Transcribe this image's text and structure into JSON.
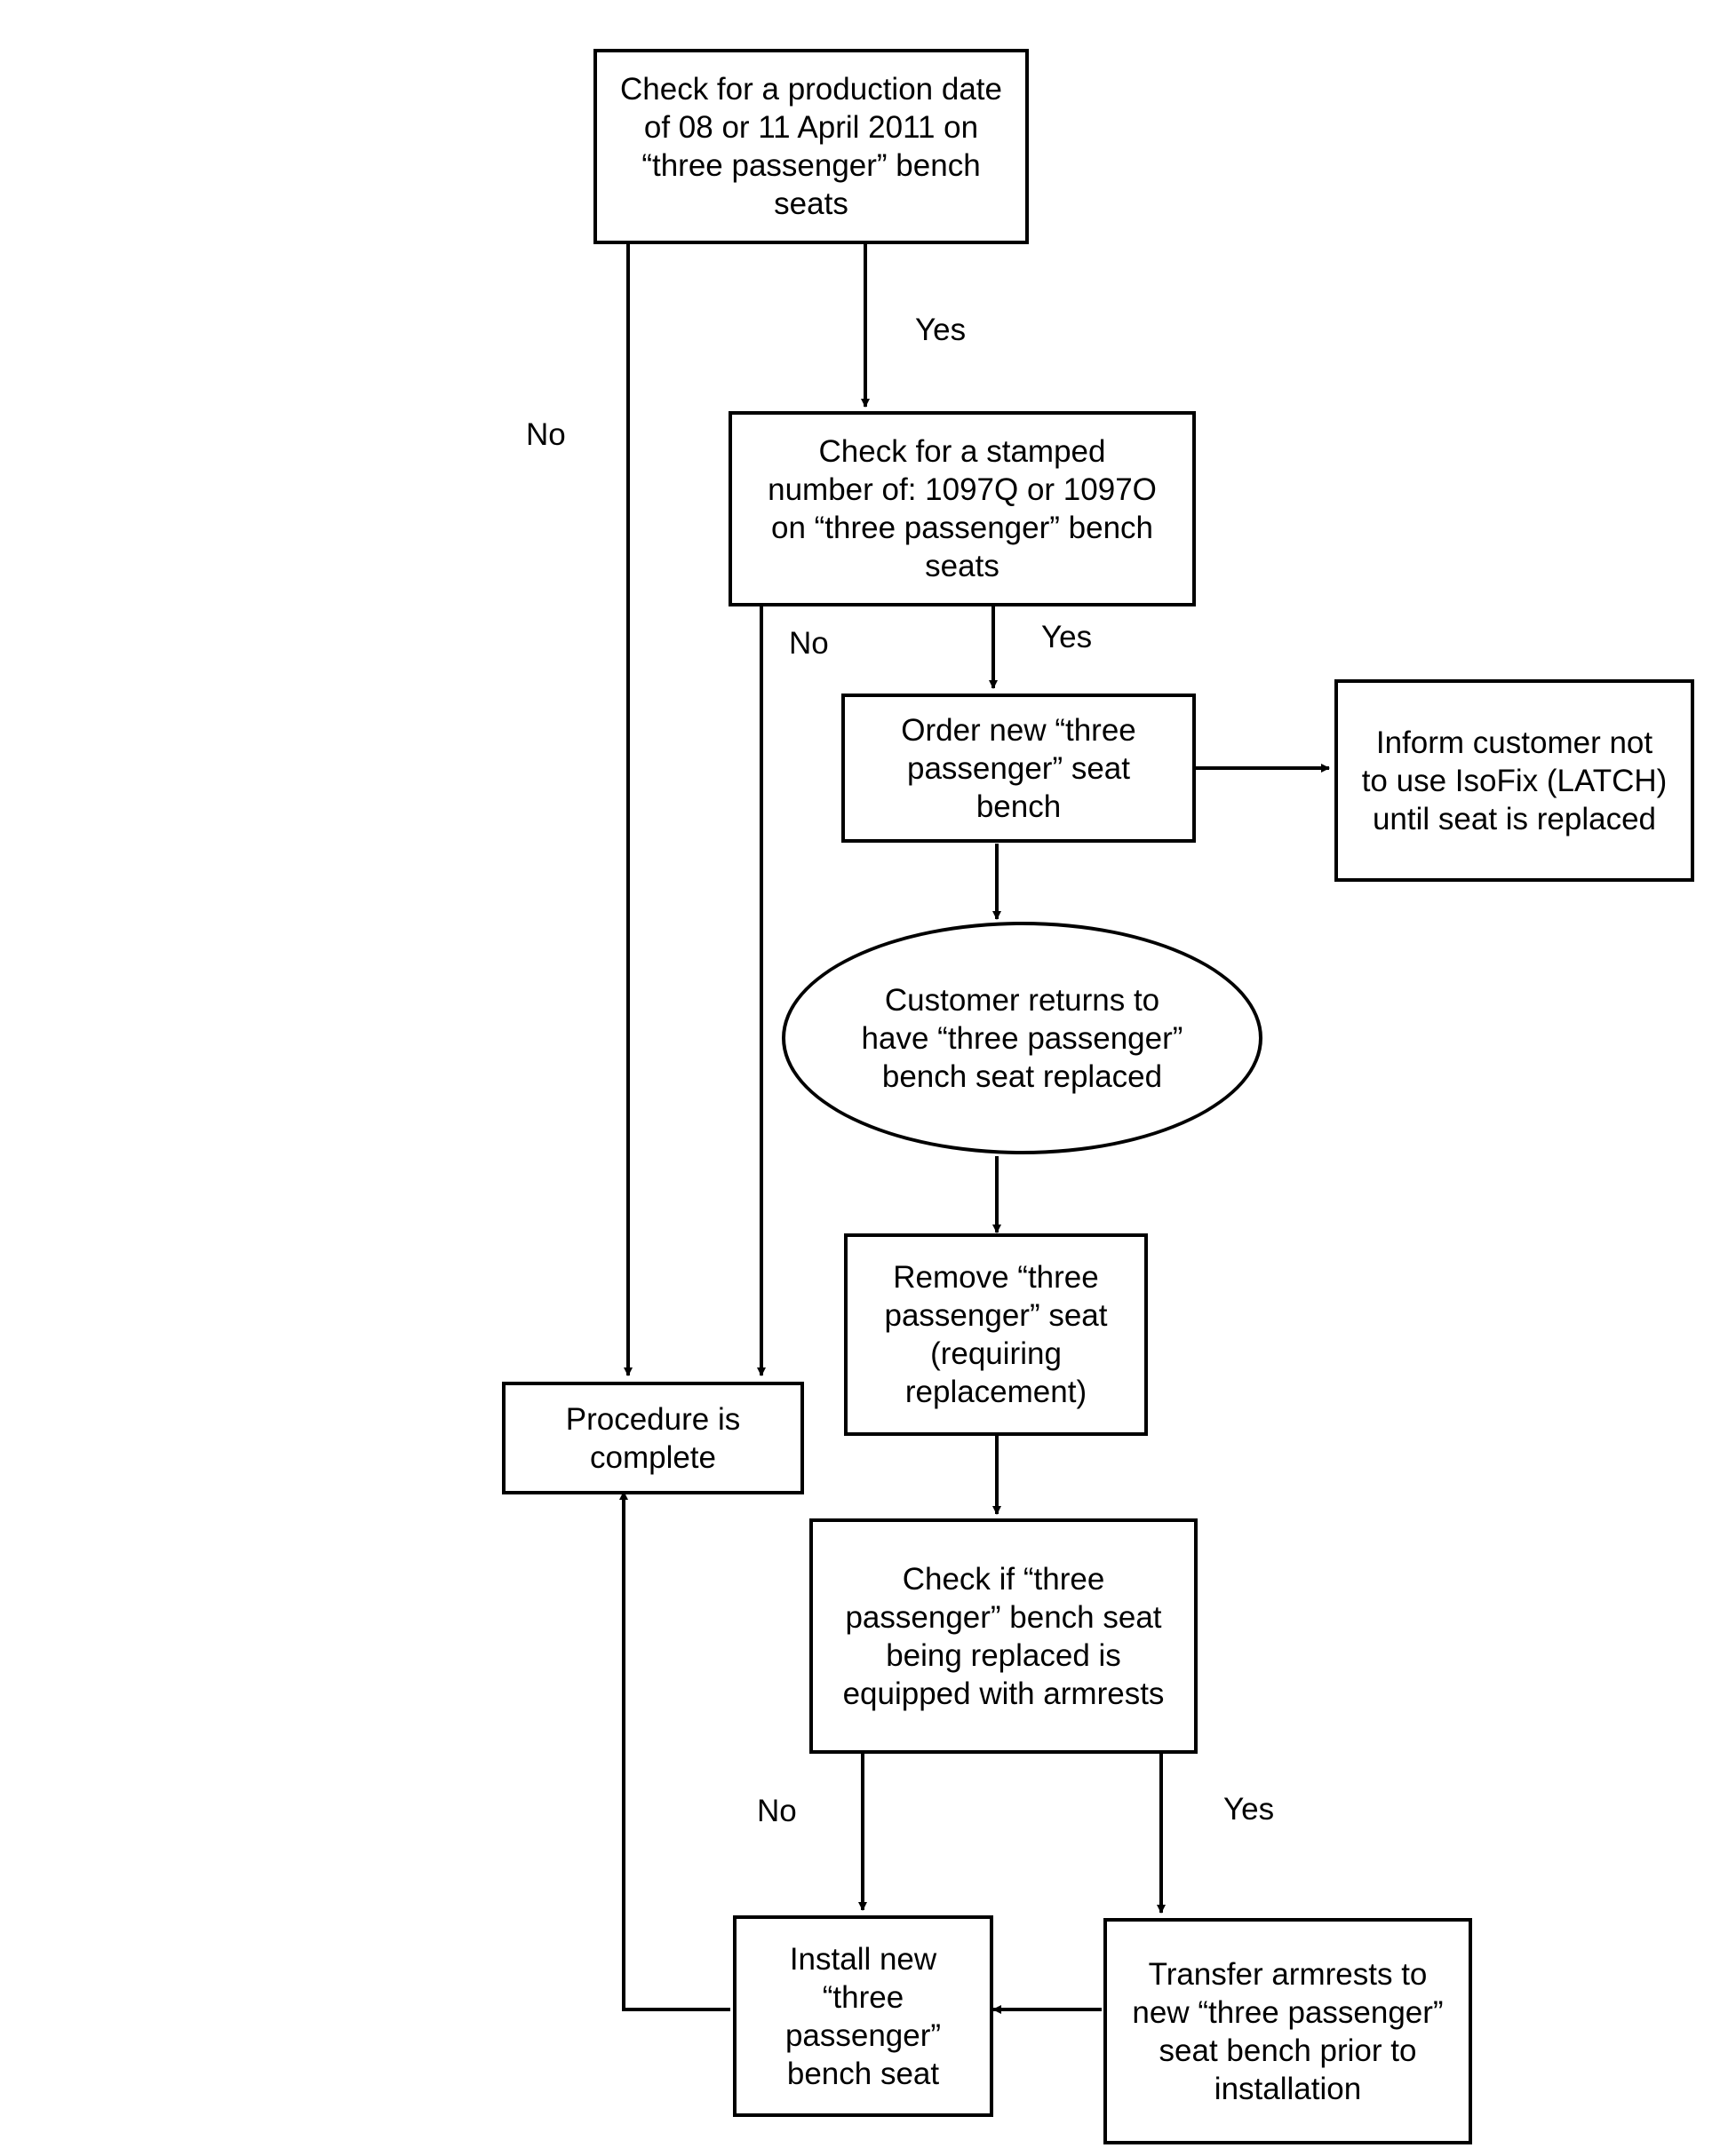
{
  "nodes": {
    "check_date": "Check for a production date of 08 or 11 April 2011 on “three passenger” bench seats",
    "check_stamp": "Check for a stamped number of: 1097Q or 1097O on “three passenger” bench seats",
    "order_new": "Order new “three passenger” seat bench",
    "inform_customer": "Inform customer not to use IsoFix (LATCH) until seat is replaced",
    "customer_returns": "Customer returns to have “three passenger” bench seat replaced",
    "remove_seat": "Remove “three passenger” seat (requiring replacement)",
    "check_armrests": "Check if “three passenger” bench seat being replaced is equipped with armrests",
    "procedure_complete": "Procedure is complete",
    "install_new": "Install new “three passenger” bench seat",
    "transfer_armrests": "Transfer armrests to new “three passenger” seat bench prior to installation"
  },
  "edge_labels": {
    "date_yes": "Yes",
    "date_no": "No",
    "stamp_yes": "Yes",
    "stamp_no": "No",
    "armrests_no": "No",
    "armrests_yes": "Yes"
  }
}
